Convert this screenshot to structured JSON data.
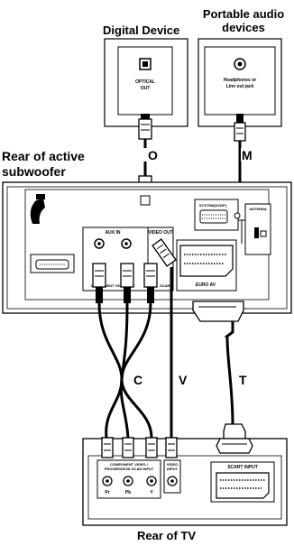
{
  "labels": {
    "digital_device": "Digital Device",
    "portable_audio_l1": "Portable audio",
    "portable_audio_l2": "devices",
    "optical_l1": "OPTICAL",
    "optical_l2": "OUT",
    "headphones_l1": "Headphones or",
    "headphones_l2": "Line out jack",
    "rear_subwoofer_l1": "Rear of active",
    "rear_subwoofer_l2": "subwoofer",
    "rear_tv": "Rear of TV",
    "aux_in": "AUX IN",
    "video_out": "VIDEO OUT",
    "component_video_out": "COMPONENT VIDEO OUT",
    "scart": "SCART",
    "euro_av": "EURO AV",
    "antenna": "ANTENNA",
    "system_dvdp": "SYSTEM(DVDP)",
    "tv_component_l1": "COMPONENT VIDEO /",
    "tv_component_l2": "PROGRESSIVE SCAN INPUT",
    "tv_video_input_l1": "VIDEO",
    "tv_video_input_l2": "INPUT",
    "tv_scart_input": "SCART INPUT",
    "pr": "Pr",
    "pb": "Pb",
    "y": "Y"
  },
  "cables": {
    "optical": "O",
    "portable": "M",
    "component": "C",
    "video": "V",
    "scart": "T"
  }
}
